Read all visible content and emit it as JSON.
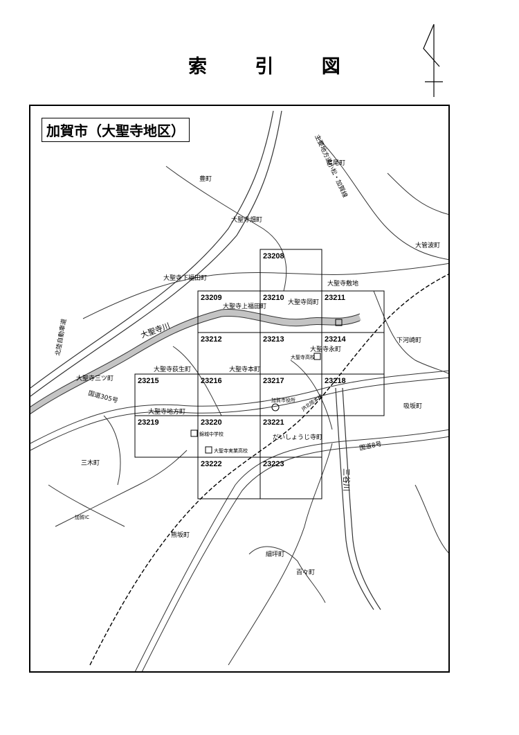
{
  "title": "索 引 図",
  "map_title": "加賀市（大聖寺地区）",
  "grid_cells": [
    {
      "id": "23208"
    },
    {
      "id": "23209"
    },
    {
      "id": "23210"
    },
    {
      "id": "23211"
    },
    {
      "id": "23212"
    },
    {
      "id": "23213"
    },
    {
      "id": "23214"
    },
    {
      "id": "23215"
    },
    {
      "id": "23216"
    },
    {
      "id": "23217"
    },
    {
      "id": "23218"
    },
    {
      "id": "23219"
    },
    {
      "id": "23220"
    },
    {
      "id": "23221"
    },
    {
      "id": "23222"
    },
    {
      "id": "23223"
    }
  ],
  "place_labels": [
    "豊町",
    "高尾町",
    "大聖寺畑町",
    "大管波町",
    "大聖寺下福田町",
    "大聖寺敷地",
    "大聖寺上福田町",
    "大聖寺岡町",
    "大聖寺川",
    "北陸自動車道",
    "下河崎町",
    "大聖寺永町",
    "大聖寺荻生町",
    "大聖寺本町",
    "大聖寺高校",
    "大聖寺三ツ町",
    "国道305号",
    "大聖寺地方町",
    "加賀市役所",
    "JR北陸本線",
    "吸坂町",
    "錦城中学校",
    "大聖寺実業高校",
    "だいしょうじ寺町",
    "国道8号",
    "三木町",
    "三谷川",
    "加賀IC",
    "熊坂町",
    "細坪町",
    "百々町",
    "主要地方道小松・加賀線"
  ]
}
